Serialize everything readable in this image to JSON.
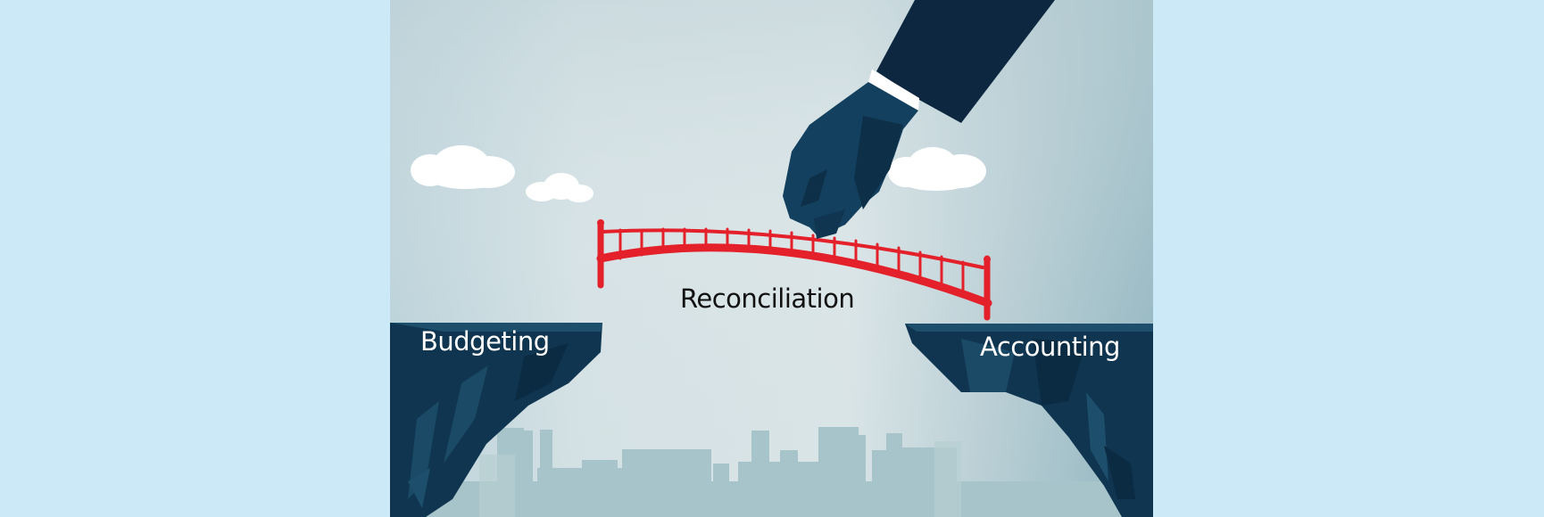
{
  "illustration": {
    "labels": {
      "left_cliff": "Budgeting",
      "bridge": "Reconciliation",
      "right_cliff": "Accounting"
    },
    "colors": {
      "page_background": "#cbe9f6",
      "sky_top": "#a9c7d1",
      "sky_mid": "#dbe6e9",
      "cliff": "#0f3550",
      "cliff_facet": "#1d4f6c",
      "bridge": "#e4202a",
      "hand": "#13405e",
      "sleeve": "#0d2740",
      "cuff": "#ffffff",
      "cloud": "#ffffff",
      "city": "#a4c3c9"
    }
  }
}
